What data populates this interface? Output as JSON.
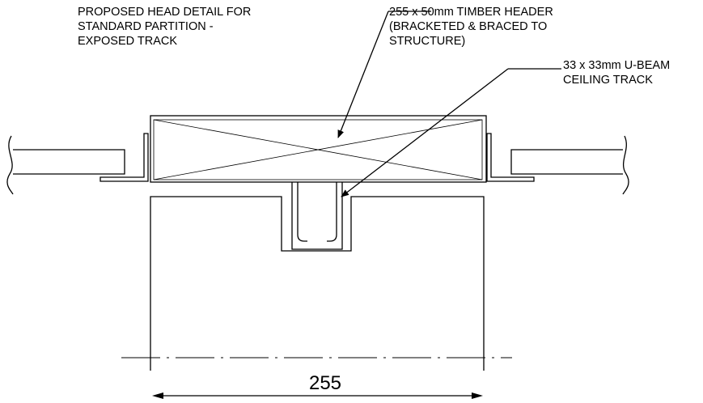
{
  "annotations": {
    "title": {
      "lines": [
        "PROPOSED HEAD DETAIL FOR",
        "STANDARD PARTITION -",
        "EXPOSED TRACK"
      ]
    },
    "timber_header": {
      "lines": [
        "255 x 50mm TIMBER HEADER",
        "(BRACKETED & BRACED TO",
        "STRUCTURE)"
      ]
    },
    "ceiling_track": {
      "lines": [
        "33 x 33mm U-BEAM",
        "CEILING TRACK"
      ]
    }
  },
  "dimension": {
    "value": "255"
  },
  "colors": {
    "line": "#000000",
    "background": "#ffffff"
  }
}
